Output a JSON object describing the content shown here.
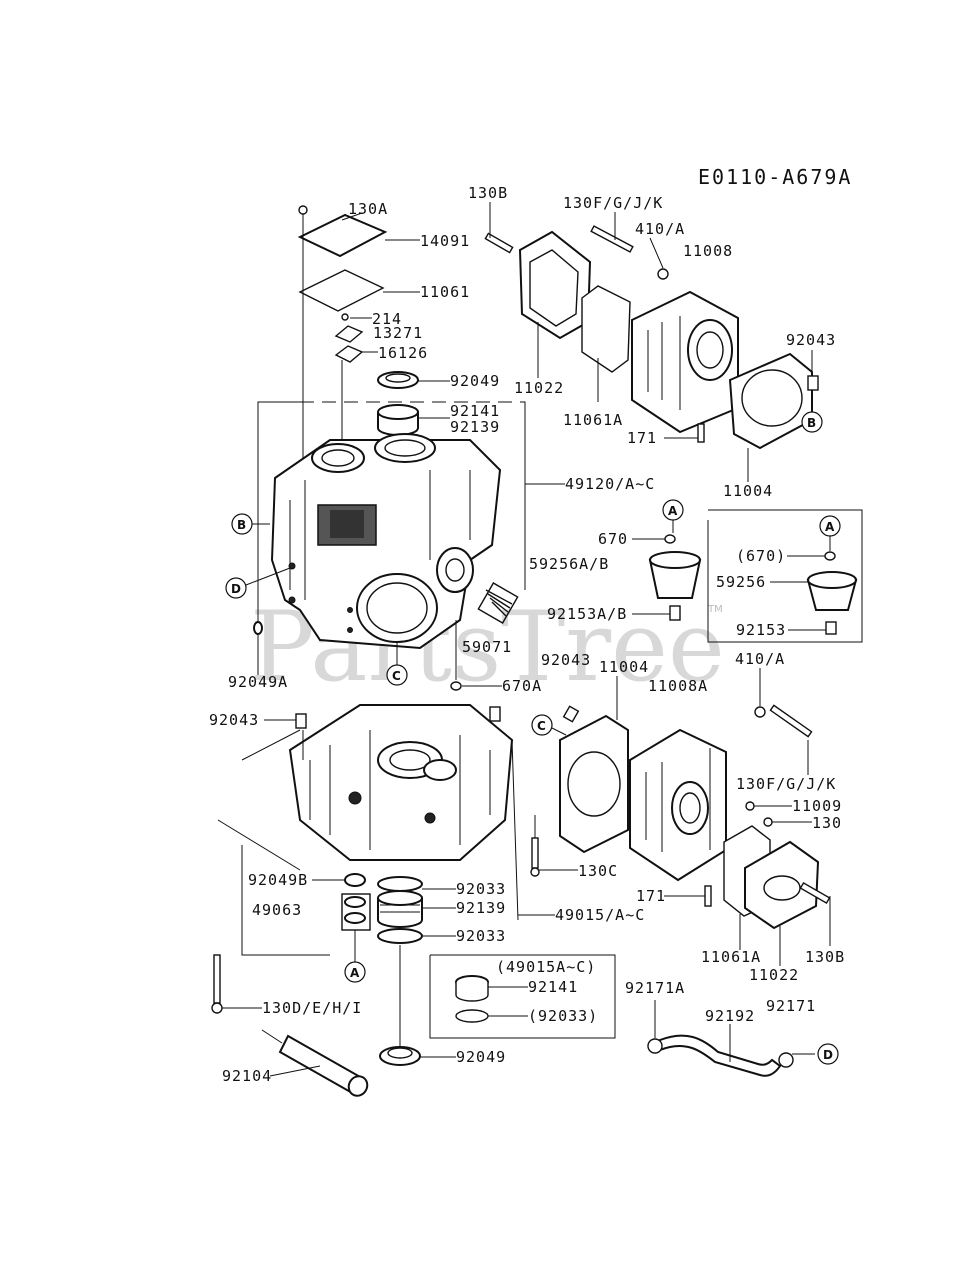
{
  "diagram_code": "E0110-A679A",
  "watermark": "PartsTree",
  "trademark": "TM",
  "callouts": {
    "c130B_top": "130B",
    "c130FGJK_top": "130F/G/J/K",
    "c410A_top": "410/A",
    "c11008": "11008",
    "c130A": "130A",
    "c14091": "14091",
    "c11061": "11061",
    "c214": "214",
    "c13271": "13271",
    "c16126": "16126",
    "c92049_top": "92049",
    "c92141_top": "92141",
    "c92139_top": "92139",
    "c11022_top": "11022",
    "c11061A_top": "11061A",
    "c92043_right": "92043",
    "c171_top": "171",
    "c11004_top": "11004",
    "c49120": "49120/A~C",
    "c670": "670",
    "c670_paren": "(670)",
    "c59256AB": "59256A/B",
    "c59256": "59256",
    "c92153AB": "92153A/B",
    "c92153": "92153",
    "c59071": "59071",
    "c92043_mid": "92043",
    "c11004_mid": "11004",
    "c11008A": "11008A",
    "c670A": "670A",
    "c92049A": "92049A",
    "c410A_mid": "410/A",
    "c92043_left": "92043",
    "c130FGJK_mid": "130F/G/J/K",
    "c11009": "11009",
    "c130": "130",
    "c130C": "130C",
    "c171_bot": "171",
    "c92049B": "92049B",
    "c92033_a": "92033",
    "c49063": "49063",
    "c92139_bot": "92139",
    "c49015": "49015/A~C",
    "c92033_b": "92033",
    "c11061A_bot": "11061A",
    "c130B_bot": "130B",
    "c11022_bot": "11022",
    "c49015_paren": "(49015A~C)",
    "c92141_bot": "92141",
    "c92033_paren": "(92033)",
    "c92171A": "92171A",
    "c92171": "92171",
    "c92192": "92192",
    "c130DEHI": "130D/E/H/I",
    "c92049_bot": "92049",
    "c92104": "92104"
  },
  "ref_markers": {
    "A": "A",
    "B": "B",
    "C": "C",
    "D": "D"
  }
}
